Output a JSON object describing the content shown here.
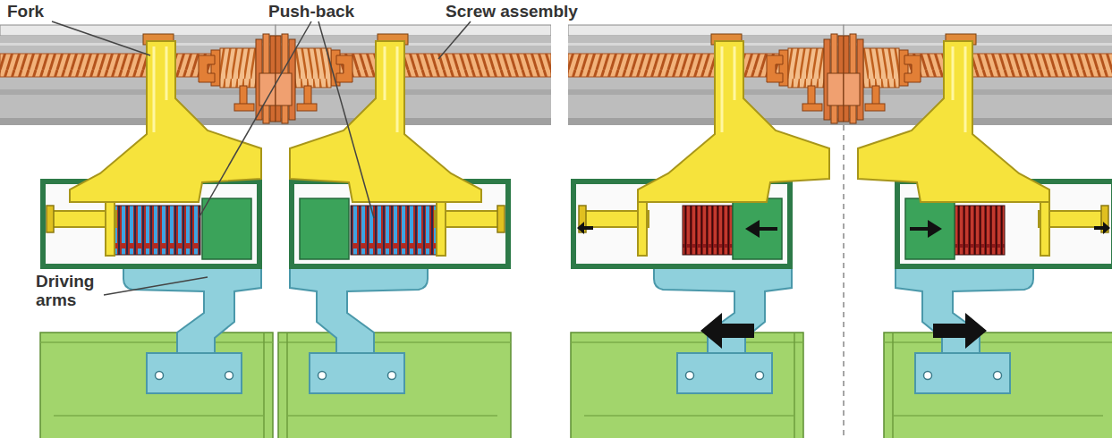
{
  "diagram": {
    "labels": [
      "Fork",
      "Push-back",
      "Screw assembly",
      "Driving arms"
    ]
  }
}
